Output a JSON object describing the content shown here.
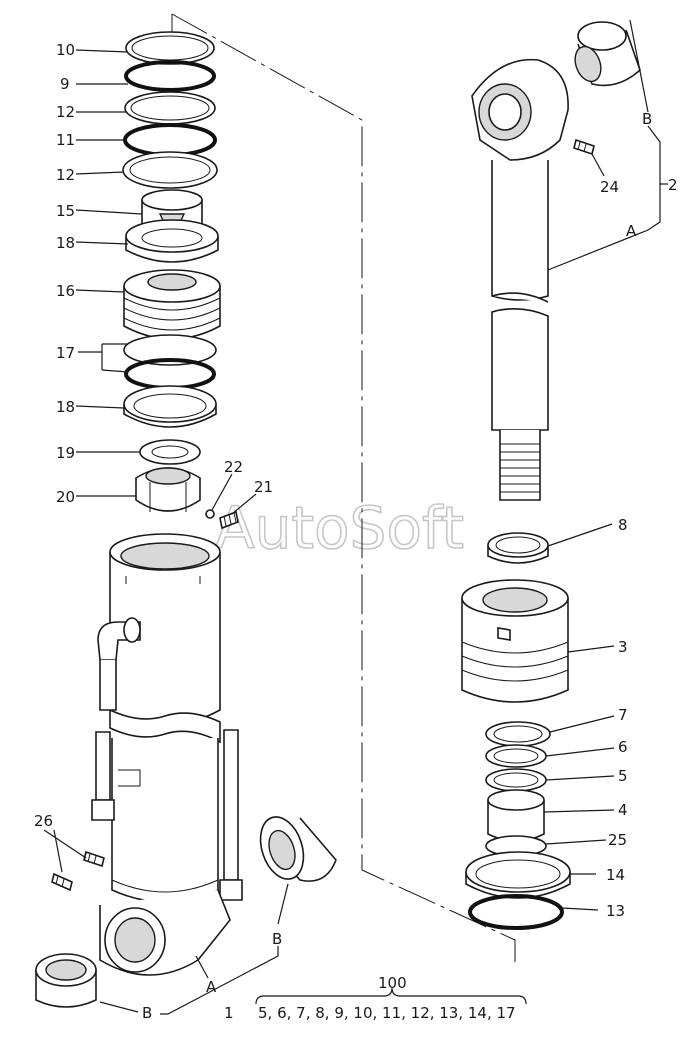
{
  "watermark": "AutoSoft",
  "labels": {
    "l10": "10",
    "l9": "9",
    "l12a": "12",
    "l11": "11",
    "l12b": "12",
    "l15": "15",
    "l18a": "18",
    "l16": "16",
    "l17": "17",
    "l18b": "18",
    "l19": "19",
    "l20": "20",
    "l22": "22",
    "l21": "21",
    "l26": "26",
    "lA1": "A",
    "lB1": "B",
    "lB2": "B",
    "l1": "1",
    "lB3": "B",
    "lA2": "A",
    "l2": "2",
    "l24": "24",
    "l8": "8",
    "l3": "3",
    "l7": "7",
    "l6": "6",
    "l5": "5",
    "l4": "4",
    "l25": "25",
    "l14": "14",
    "l13": "13",
    "l100": "100",
    "kit": "5, 6, 7, 8, 9, 10, 11, 12, 13, 14, 17"
  }
}
